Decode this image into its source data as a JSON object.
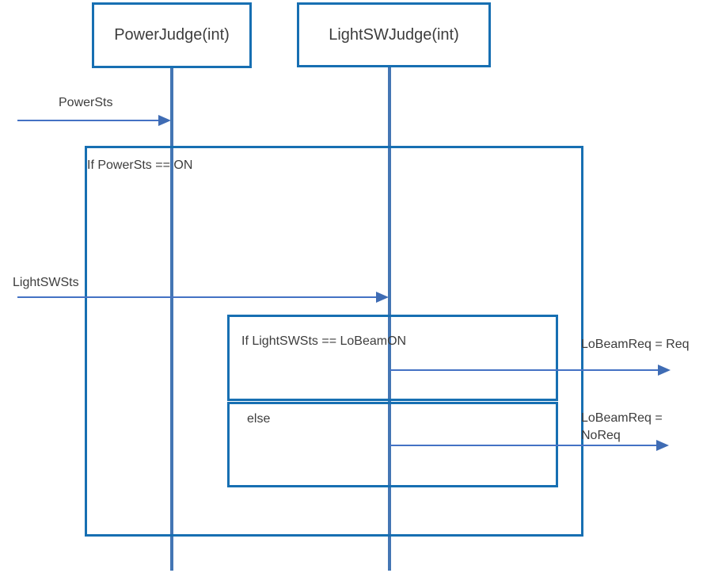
{
  "diagram": {
    "participants": [
      {
        "label": "PowerJudge(int)"
      },
      {
        "label": "LightSWJudge(int)"
      }
    ],
    "fragments": {
      "outer_condition": "If  PowerSts == ON",
      "inner_condition": "If  LightSWSts == LoBeamON",
      "else_label": "else"
    },
    "messages": {
      "power_sts": "PowerSts",
      "light_sw_sts": "LightSWSts",
      "lobeam_req": "LoBeamReq = Req",
      "lobeam_noreq_line1": "LoBeamReq =",
      "lobeam_noreq_line2": "NoReq"
    },
    "colors": {
      "box_border": "#176fb2",
      "lifeline": "#4476b4",
      "arrow": "#4472c4",
      "text": "#3d3d3d"
    }
  }
}
